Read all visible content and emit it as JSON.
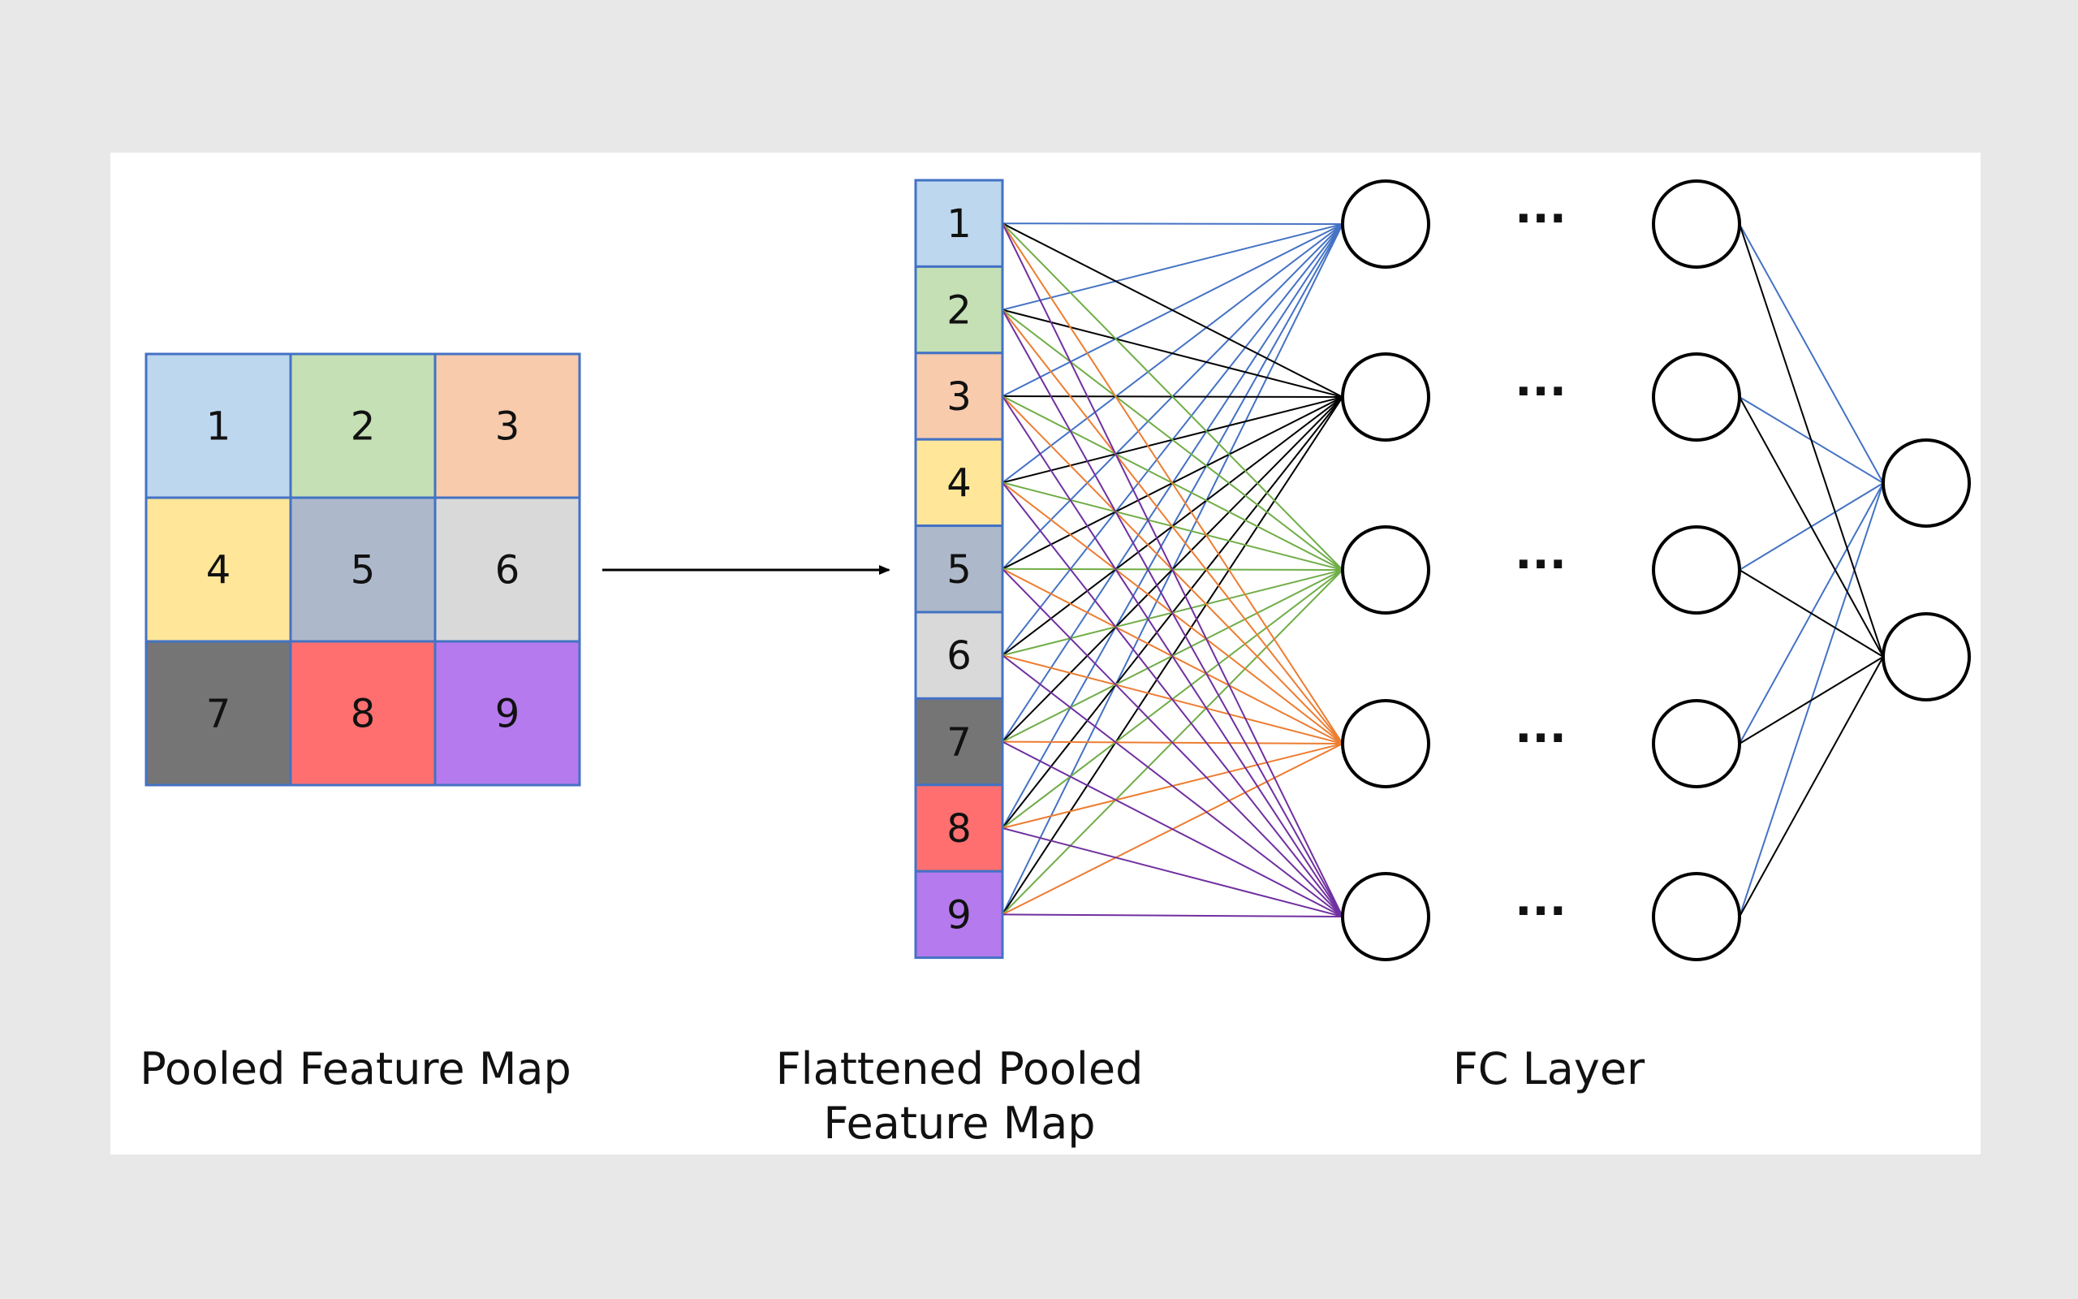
{
  "labels": {
    "pooled_feature_map": "Pooled Feature Map",
    "flattened_line1": "Flattened Pooled",
    "flattened_line2": "Feature Map",
    "fc_layer": "FC Layer",
    "ellipsis": "···"
  },
  "cells": [
    {
      "label": "1",
      "color": "#bdd7ee"
    },
    {
      "label": "2",
      "color": "#c5e0b4"
    },
    {
      "label": "3",
      "color": "#f8cbad"
    },
    {
      "label": "4",
      "color": "#ffe699"
    },
    {
      "label": "5",
      "color": "#adb9ca"
    },
    {
      "label": "6",
      "color": "#d9d9d9"
    },
    {
      "label": "7",
      "color": "#757575"
    },
    {
      "label": "8",
      "color": "#ff6f6f"
    },
    {
      "label": "9",
      "color": "#b57aed"
    }
  ],
  "colors": {
    "grid_border": "#4472c4",
    "arrow": "#000000",
    "node_stroke": "#000000",
    "edge_blue": "#4472c4",
    "edge_green": "#70ad47",
    "edge_orange": "#ed7d31",
    "edge_purple": "#7030a0",
    "edge_black": "#000000"
  },
  "network": {
    "fc_first_nodes": 5,
    "fc_last_nodes": 5,
    "output_nodes": 2,
    "edge_color_keys_per_target": [
      "edge_blue",
      "edge_black",
      "edge_green",
      "edge_orange",
      "edge_purple"
    ],
    "output_edge_color_keys": [
      "edge_blue",
      "edge_black"
    ]
  }
}
